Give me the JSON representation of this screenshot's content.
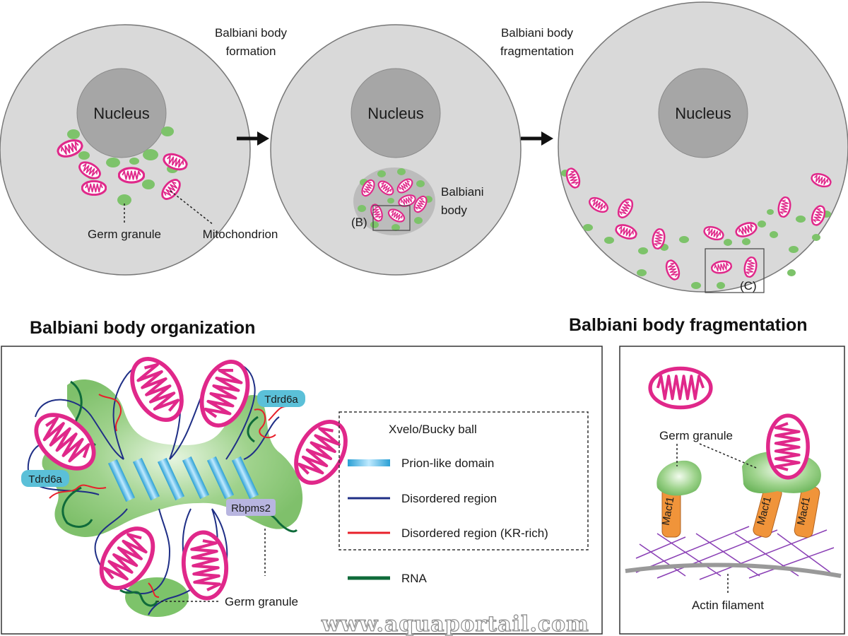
{
  "top": {
    "stage1": {
      "nucleus": "Nucleus",
      "germ_granule": "Germ granule",
      "mitochondrion": "Mitochondrion"
    },
    "step1_line1": "Balbiani body",
    "step1_line2": "formation",
    "stage2": {
      "nucleus": "Nucleus",
      "bb_line1": "Balbiani",
      "bb_line2": "body",
      "inset": "(B)"
    },
    "step2_line1": "Balbiani body",
    "step2_line2": "fragmentation",
    "stage3": {
      "nucleus": "Nucleus",
      "inset": "(C)"
    }
  },
  "headings": {
    "organization": "Balbiani body organization",
    "fragmentation": "Balbiani body fragmentation"
  },
  "organization": {
    "tdrd6a_right": "Tdrd6a",
    "tdrd6a_left": "Tdrd6a",
    "rbpms2": "Rbpms2",
    "germ_granule": "Germ granule",
    "legend": {
      "title": "Xvelo/Bucky ball",
      "items": [
        {
          "label": "Prion-like domain",
          "color": "#3fb3e3"
        },
        {
          "label": "Disordered region",
          "color": "#1f2f86"
        },
        {
          "label": "Disordered region (KR-rich)",
          "color": "#e8202a"
        },
        {
          "label": "RNA",
          "color": "#0f6b3a"
        }
      ]
    }
  },
  "fragmentation": {
    "germ_granule": "Germ granule",
    "macf1_a": "Macf1",
    "macf1_b": "Macf1",
    "macf1_c": "Macf1",
    "actin": "Actin filament"
  },
  "watermark": "www.aquaportail.com",
  "colors": {
    "cell": "#d9d9d9",
    "nucleus": "#a6a6a6",
    "mitochondrion": "#e0288a",
    "germ": "#7dc36a",
    "prion": "#3fb3e3",
    "disordered": "#1f2f86",
    "kr_rich": "#e8202a",
    "rna": "#0f6b3a",
    "macf1": "#f0943a",
    "actin": "#8a3fb5"
  }
}
